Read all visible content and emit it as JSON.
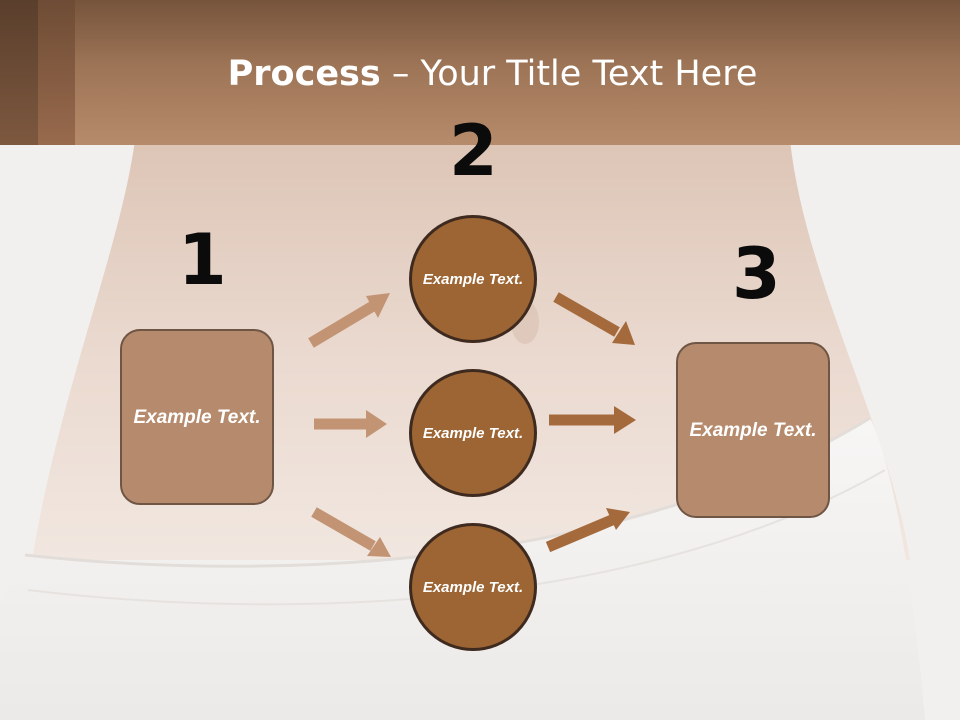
{
  "title": {
    "bold": "Process",
    "rest": " – Your Title Text Here"
  },
  "steps": {
    "one": "1",
    "two": "2",
    "three": "3"
  },
  "left_box": {
    "text": "Example Text."
  },
  "circles": [
    {
      "text": "Example Text."
    },
    {
      "text": "Example Text."
    },
    {
      "text": "Example Text."
    }
  ],
  "right_box": {
    "text": "Example Text."
  },
  "colors": {
    "header": "#a37a5b",
    "box_fill": "#b68b6d",
    "circle_fill": "#9c6533",
    "arrow_light": "#c29474",
    "arrow_dark": "#a56a3b"
  }
}
